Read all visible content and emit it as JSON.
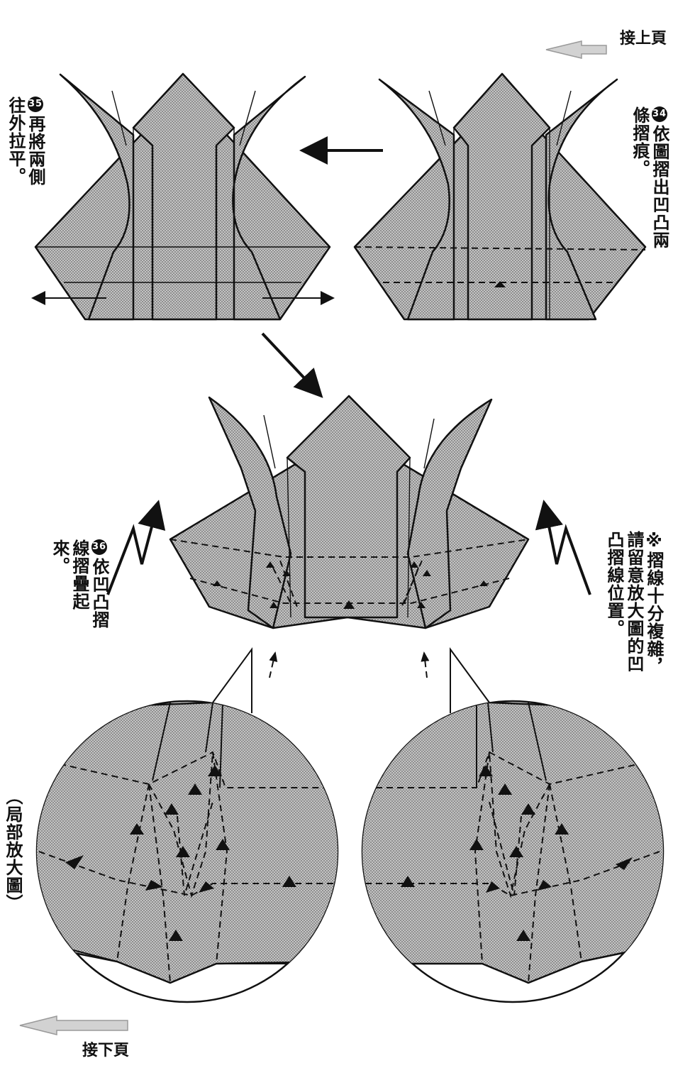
{
  "nav": {
    "prev_label": "接上頁",
    "next_label": "接下頁"
  },
  "steps": [
    {
      "number": "34",
      "text": "依圖摺出凹凸兩條摺痕。"
    },
    {
      "number": "35",
      "text": "再將兩側往外拉平。"
    },
    {
      "number": "36",
      "text": "依凹凸摺線摺疊起來。"
    }
  ],
  "note": {
    "text": "※摺線十分複雜，請留意放大圖的凹凸摺線位置。"
  },
  "detail_caption": "（局部放大圖）",
  "colors": {
    "paper_fill": "#b8b8b8",
    "ink": "#111111",
    "nav_arrow": "#c8c8c8"
  }
}
